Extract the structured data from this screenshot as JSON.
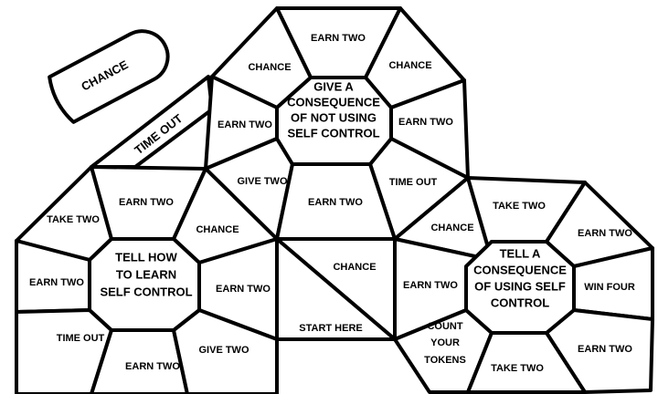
{
  "board": {
    "chance_card": "CHANCE",
    "time_out_strip": "TIME OUT",
    "top_octagon": {
      "center": [
        "GIVE A",
        "CONSEQUENCE",
        "OF NOT USING",
        "SELF CONTROL"
      ],
      "earn_two_top": "EARN TWO",
      "chance_upper_left": "CHANCE",
      "chance_upper_right": "CHANCE",
      "earn_two_left": "EARN TWO",
      "earn_two_right": "EARN TWO",
      "give_two": "GIVE TWO",
      "time_out": "TIME OUT",
      "earn_two_bottom": "EARN TWO"
    },
    "left_octagon": {
      "center": [
        "TELL HOW",
        "TO LEARN",
        "SELF CONTROL"
      ],
      "earn_two_top": "EARN TWO",
      "take_two": "TAKE TWO",
      "chance": "CHANCE",
      "earn_two_left": "EARN TWO",
      "earn_two_right": "EARN TWO",
      "time_out": "TIME OUT",
      "earn_two_bottom": "EARN TWO",
      "give_two": "GIVE TWO"
    },
    "middle": {
      "chance": "CHANCE",
      "start_here": "START HERE"
    },
    "right_octagon": {
      "center": [
        "TELL A",
        "CONSEQUENCE",
        "OF USING SELF",
        "CONTROL"
      ],
      "chance": "CHANCE",
      "take_two_top": "TAKE TWO",
      "earn_two_upper_right": "EARN TWO",
      "earn_two_left": "EARN TWO",
      "win_four": "WIN FOUR",
      "count_tokens": [
        "COUNT",
        "YOUR",
        "TOKENS"
      ],
      "earn_two_lower_right": "EARN TWO",
      "take_two_bottom": "TAKE TWO"
    }
  }
}
